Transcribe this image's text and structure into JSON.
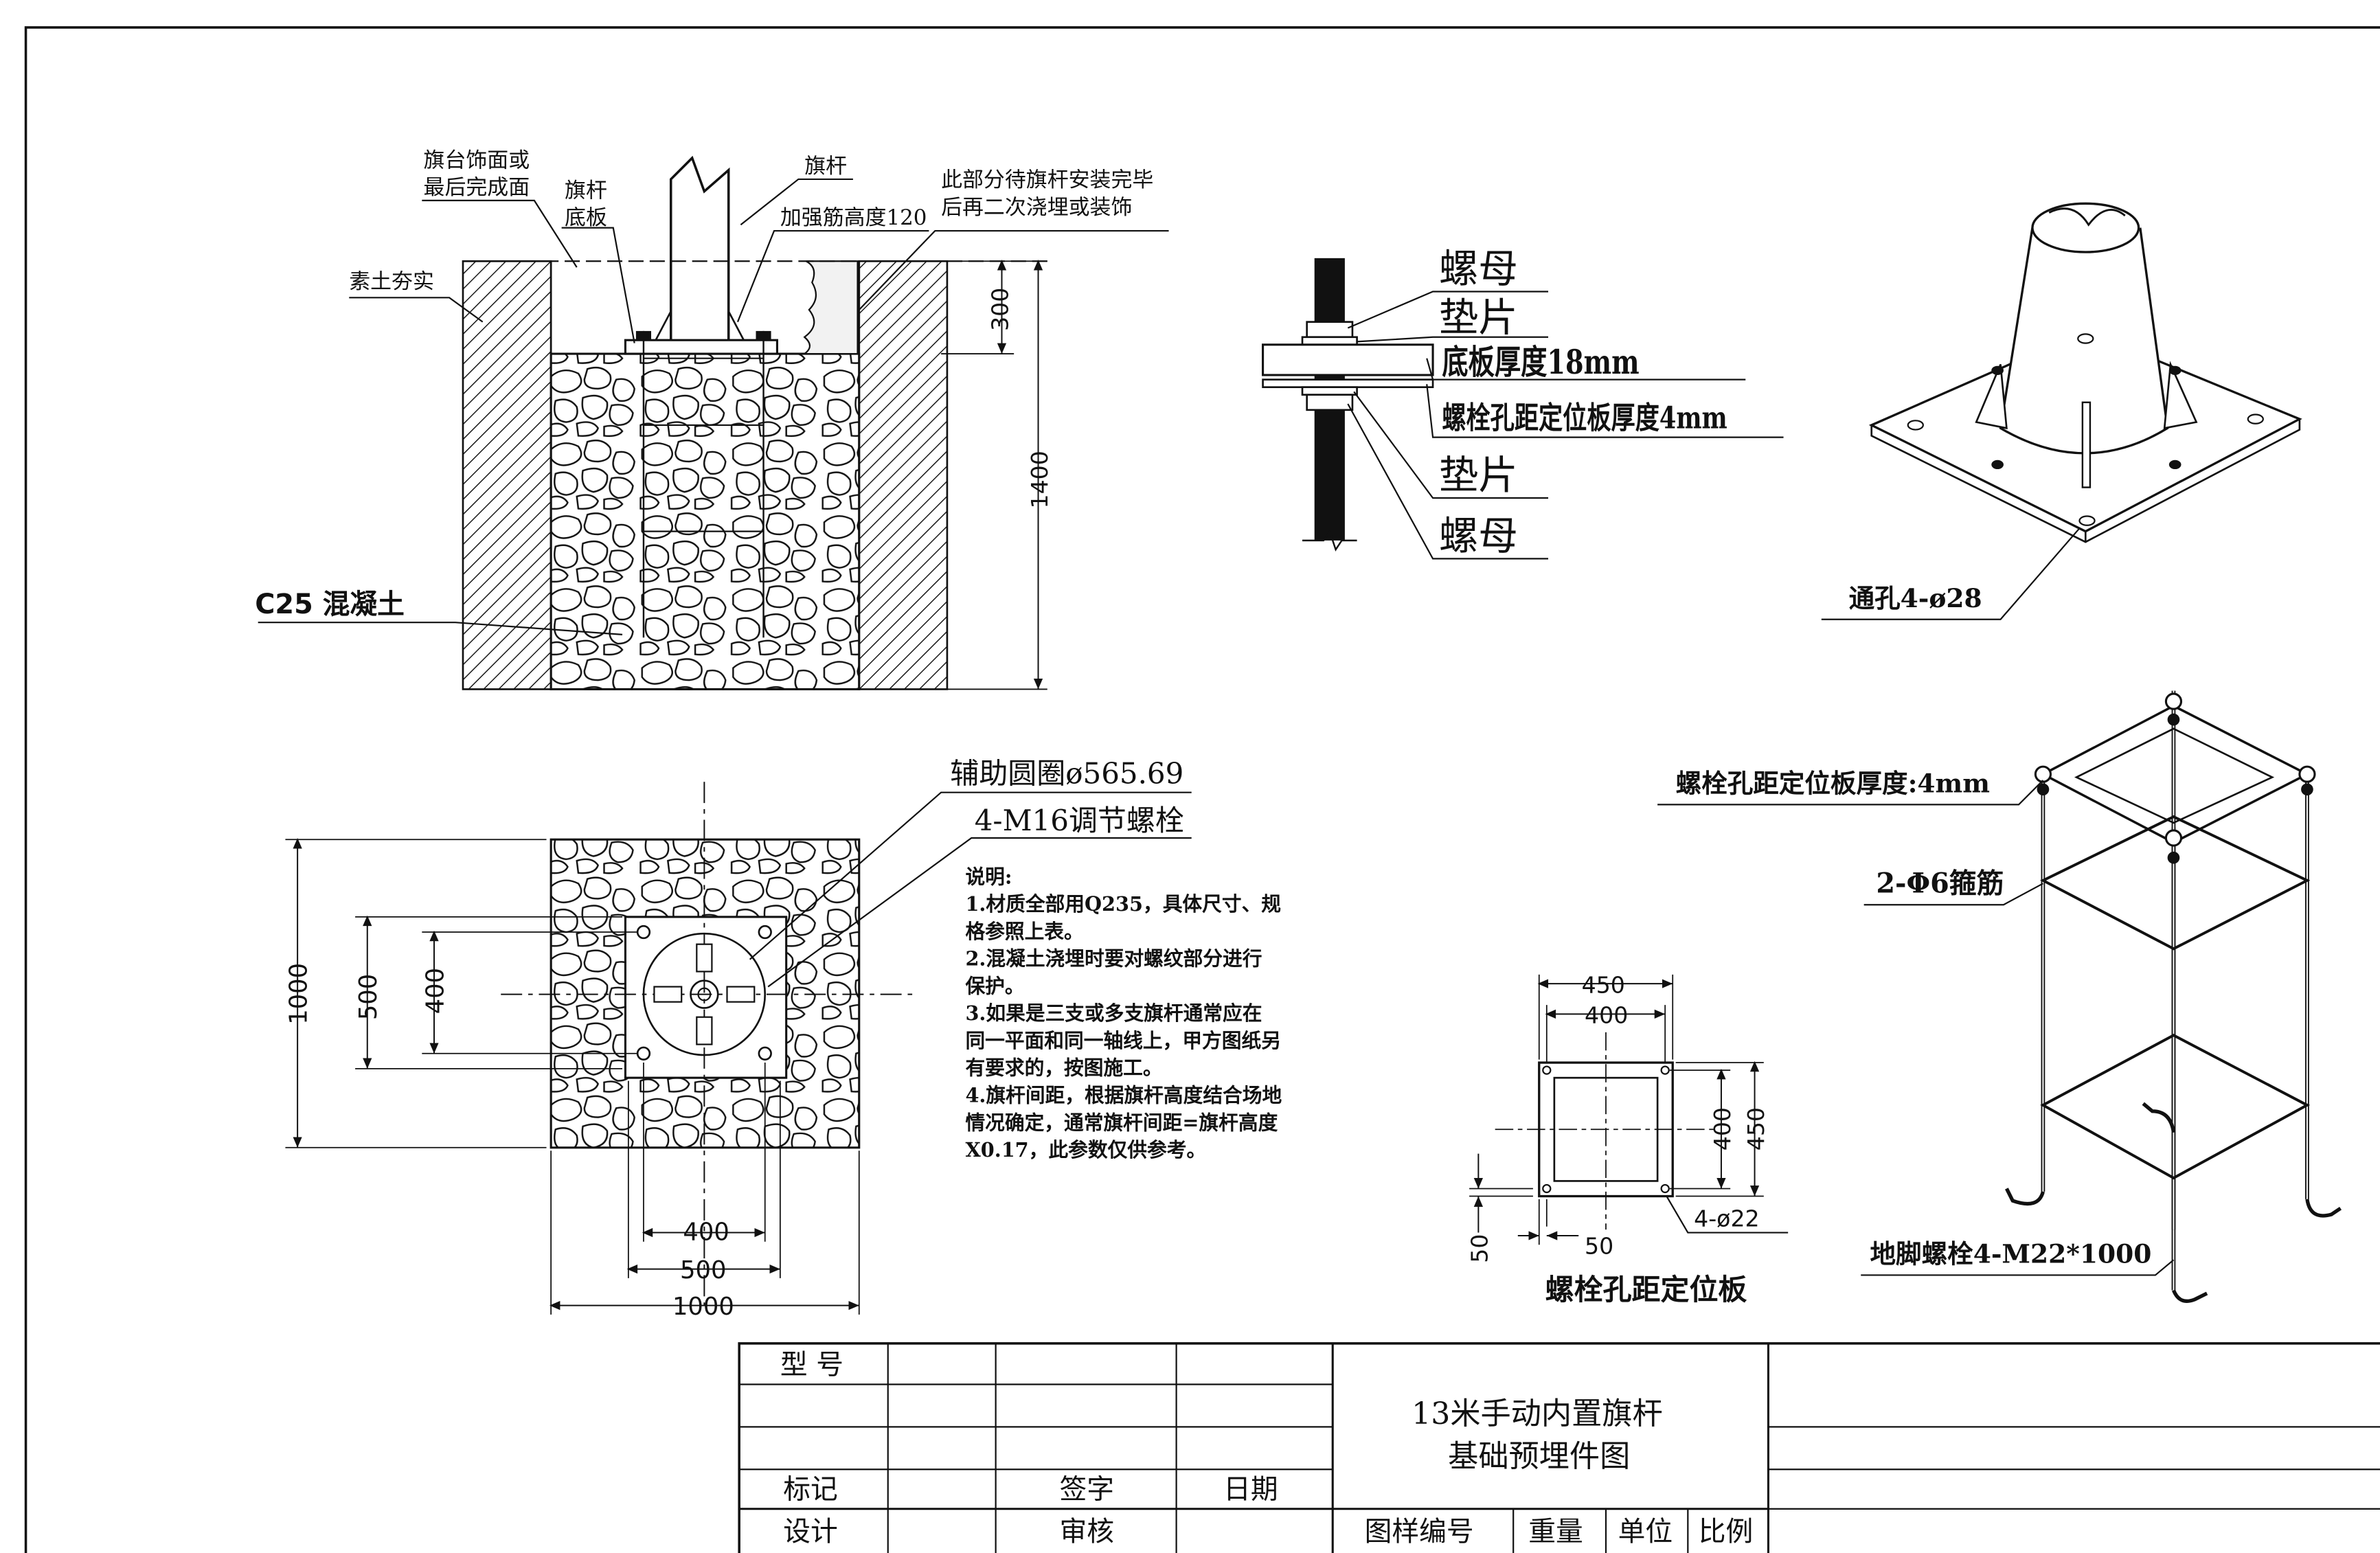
{
  "section_view": {
    "label_finish_surface": [
      "旗台饰面或",
      "最后完成面"
    ],
    "label_pole_base": [
      "旗杆",
      "底板"
    ],
    "label_pole": "旗杆",
    "label_rib_height": "加强筋高度120",
    "label_secondary_pour": [
      "此部分待旗杆安装完毕",
      "后再二次浇埋或装饰"
    ],
    "label_compacted_soil": "素土夯实",
    "label_concrete": "C25 混凝土",
    "dim_depth_300": "300",
    "dim_total_1400": "1400"
  },
  "bolt_detail": {
    "label_nut_top": "螺母",
    "label_washer_top": "垫片",
    "label_base_thickness": "底板厚度18mm",
    "label_locator_thickness": "螺栓孔距定位板厚度4mm",
    "label_washer_bottom": "垫片",
    "label_nut_bottom": "螺母"
  },
  "iso_base_plate": {
    "label_through_holes": "通孔4-ø28"
  },
  "plan_view": {
    "label_aux_circle": "辅助圆圈ø565.69",
    "label_adjust_bolts": "4-M16调节螺栓",
    "dim_v_1000": "1000",
    "dim_v_500": "500",
    "dim_v_400": "400",
    "dim_h_400": "400",
    "dim_h_500": "500",
    "dim_h_1000": "1000"
  },
  "notes": {
    "title": "说明:",
    "lines": [
      "1.材质全部用Q235，具体尺寸、规",
      "格参照上表。",
      "2.混凝土浇埋时要对螺纹部分进行",
      "保护。",
      "3.如果是三支或多支旗杆通常应在",
      "同一平面和同一轴线上，甲方图纸另",
      "有要求的，按图施工。",
      "4.旗杆间距，根据旗杆高度结合场地",
      "情况确定，通常旗杆间距=旗杆高度",
      "X0.17，此参数仅供参考。"
    ]
  },
  "locator_plate": {
    "dim_450_top": "450",
    "dim_400_top": "400",
    "dim_400_side": "400",
    "dim_450_side": "450",
    "dim_50_bottom": "50",
    "dim_50_left": "50",
    "label_holes": "4-ø22",
    "caption": "螺栓孔距定位板"
  },
  "cage": {
    "label_plate": "螺栓孔距定位板厚度:4mm",
    "label_stirrup": "2-Φ6箍筋",
    "label_anchor": "地脚螺栓4-M22*1000"
  },
  "title_block": {
    "model_label": "型 号",
    "mark_label": "标记",
    "sign_label": "签字",
    "date_label": "日期",
    "design_label": "设计",
    "review_label": "审核",
    "title_line1": "13米手动内置旗杆",
    "title_line2": "基础预埋件图",
    "drawing_no_label": "图样编号",
    "weight_label": "重量",
    "unit_label": "单位",
    "scale_label": "比例"
  }
}
